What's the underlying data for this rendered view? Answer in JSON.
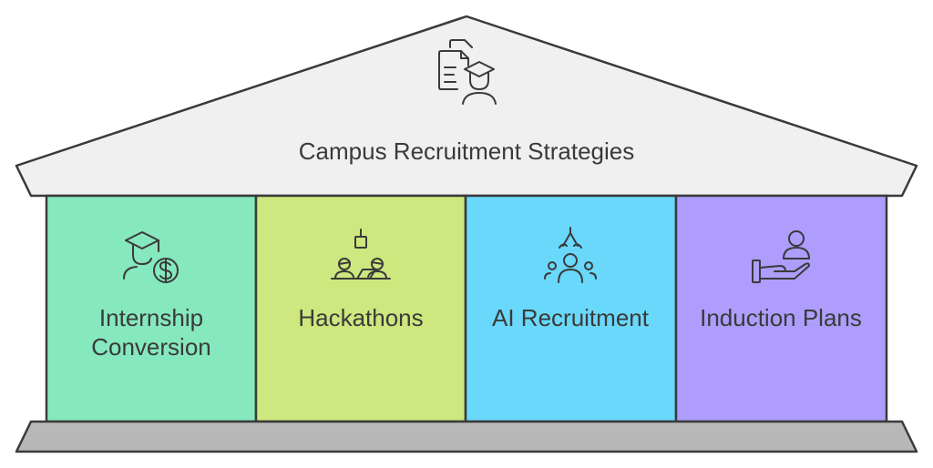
{
  "roof": {
    "title": "Campus Recruitment Strategies",
    "icon": "document-graduate-icon"
  },
  "pillars": [
    {
      "label": "Internship Conversion",
      "icon": "graduate-dollar-icon",
      "color": "#86e8bd"
    },
    {
      "label": "Hackathons",
      "icon": "team-laptops-icon",
      "color": "#cce87e"
    },
    {
      "label": "AI Recruitment",
      "icon": "robot-claw-people-icon",
      "color": "#6ad8fb"
    },
    {
      "label": "Induction Plans",
      "icon": "hand-person-icon",
      "color": "#ae9dfc"
    }
  ],
  "colors": {
    "roof": "#f0f0f0",
    "base": "#b8b8b8",
    "outline": "#3a3a3a"
  }
}
